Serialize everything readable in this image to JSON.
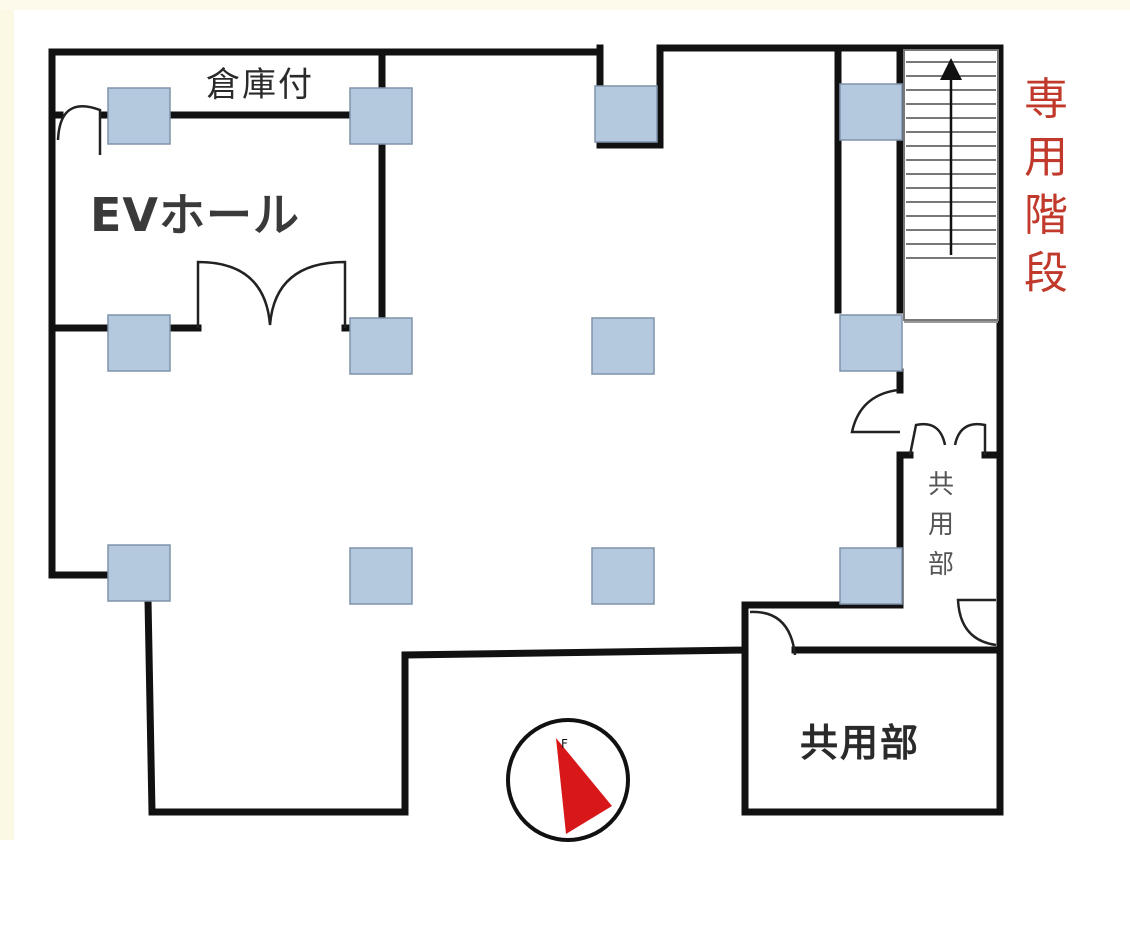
{
  "labels": {
    "storage": "倉庫付",
    "ev_hall": "EVホール",
    "common_area": "共用部",
    "stairs_vertical": [
      "専",
      "用",
      "階",
      "段"
    ],
    "common_vertical": [
      "共",
      "用",
      "部"
    ]
  },
  "compass": {
    "mark": "F"
  },
  "colors": {
    "wall": "#111111",
    "column_fill": "#b4c8de",
    "column_stroke": "#7f93aa",
    "stairs_text": "#c0392b",
    "compass_arrow": "#d81818"
  }
}
